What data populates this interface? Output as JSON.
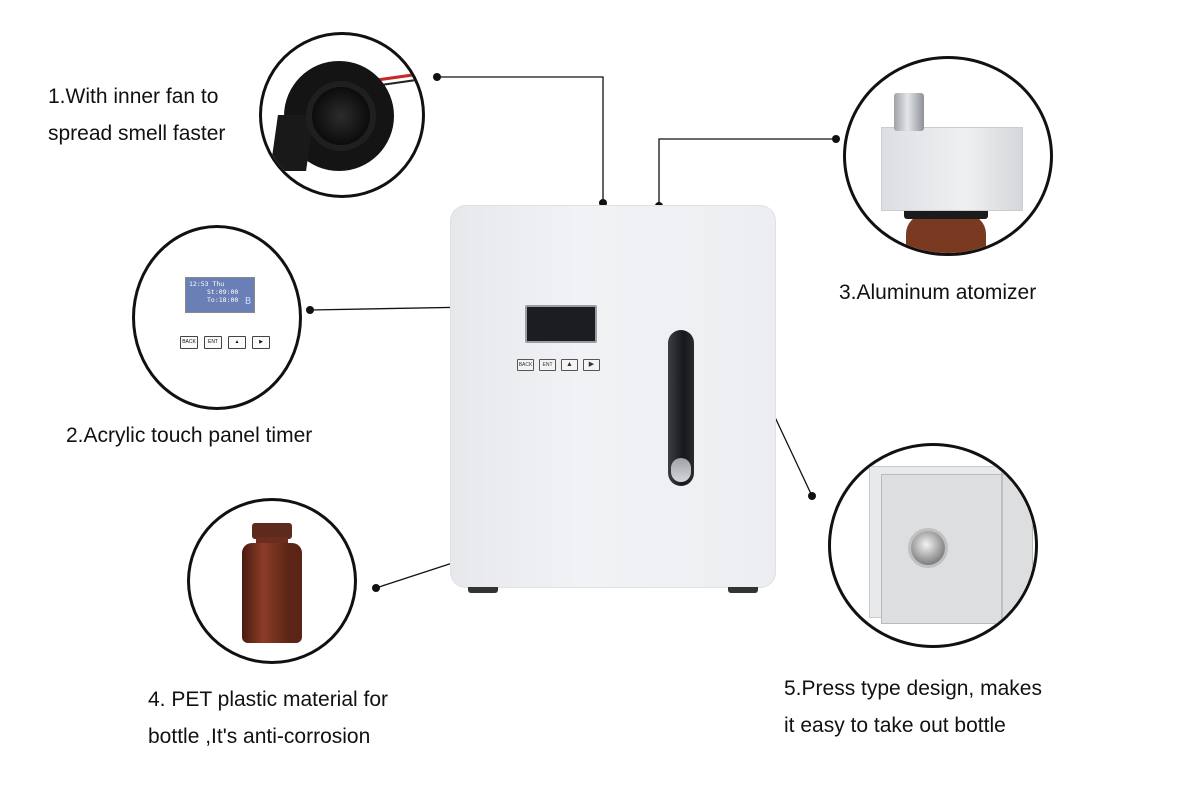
{
  "callouts": {
    "fan": {
      "line1": "1.With inner fan to",
      "line2": "spread smell faster"
    },
    "timer": {
      "line1": "2.Acrylic touch panel timer"
    },
    "atomizer": {
      "line1": "3.Aluminum atomizer"
    },
    "bottle": {
      "line1": "4. PET plastic material for",
      "line2": "bottle ,It's anti-corrosion"
    },
    "press": {
      "line1": "5.Press type design, makes",
      "line2": "it easy to take out bottle"
    }
  },
  "panel_zoom": {
    "lcd_line1": "12:53 Thu",
    "lcd_line2": "St:09:00",
    "lcd_line3": "To:18:00",
    "lcd_mode": "B",
    "keys": [
      "BACK",
      "ENT",
      "▲",
      "▶"
    ]
  },
  "device_keys": [
    "BACK",
    "ENT",
    "▲",
    "▶"
  ],
  "colors": {
    "line": "#111111",
    "bottle_amber": "#7a3a22",
    "lcd_blue": "#6a7fb5"
  }
}
